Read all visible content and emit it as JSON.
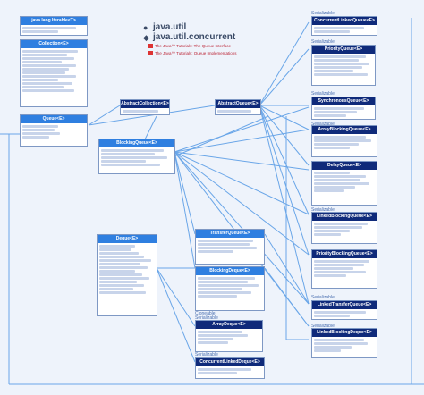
{
  "packages": {
    "util": "java.util",
    "concurrent": "java.util.concurrent",
    "legend": [
      "The Java™ Tutorials: The Queue Interface",
      "The Java™ Tutorials: Queue Implementations"
    ]
  },
  "left_column": [
    {
      "title": "java.lang.Iterable<T>"
    },
    {
      "title": "Collection<E>"
    },
    {
      "title": "Queue<E>"
    },
    {
      "title": "BlockingQueue<E>"
    },
    {
      "title": "Deque<E>"
    }
  ],
  "middle_column": [
    {
      "title": "AbstractCollection<E>"
    },
    {
      "title": "AbstractQueue<E>"
    },
    {
      "title": "TransferQueue<E>"
    },
    {
      "title": "BlockingDeque<E>"
    },
    {
      "title": "ArrayDeque<E>"
    },
    {
      "title": "ConcurrentLinkedDeque<E>"
    }
  ],
  "right_column": [
    {
      "title": "ConcurrentLinkedQueue<E>"
    },
    {
      "title": "PriorityQueue<E>"
    },
    {
      "title": "SynchronousQueue<E>"
    },
    {
      "title": "ArrayBlockingQueue<E>"
    },
    {
      "title": "DelayQueue<E>"
    },
    {
      "title": "LinkedBlockingQueue<E>"
    },
    {
      "title": "PriorityBlockingQueue<E>"
    },
    {
      "title": "LinkedTransferQueue<E>"
    },
    {
      "title": "LinkedBlockingDeque<E>"
    }
  ],
  "tags": {
    "serializable": "Serializable",
    "cloneable": "Cloneable"
  },
  "colors": {
    "header_light": "#2f7fe0",
    "header_dark": "#0f2a7a",
    "connector": "#6aa6e8",
    "background": "#eef3fb"
  }
}
